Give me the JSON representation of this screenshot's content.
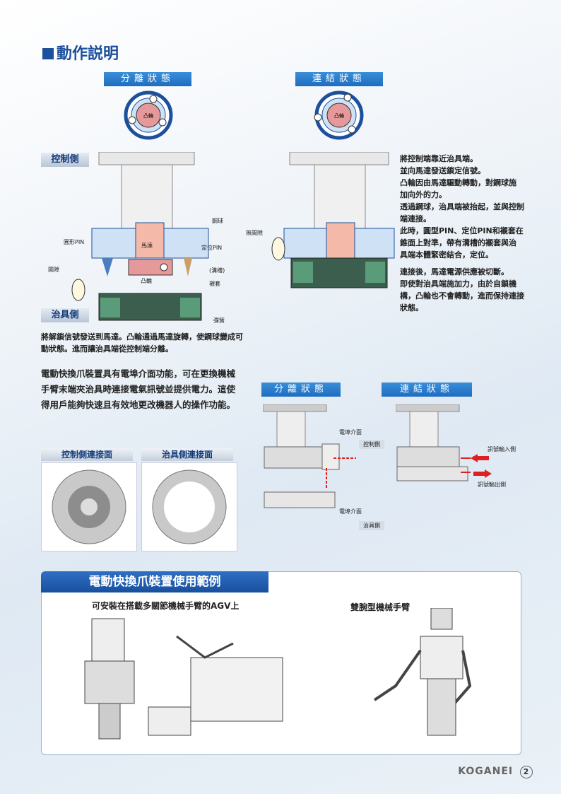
{
  "page_title": "動作説明",
  "states": {
    "separated": "分離狀態",
    "connected": "連結狀態"
  },
  "side_labels": {
    "control": "控制側",
    "tool": "治具側"
  },
  "diagram_labels": {
    "cam": "凸輪",
    "motor": "馬達",
    "steel_ball": "鋼球",
    "round_pin": "圓形PIN",
    "locate_pin": "定位PIN",
    "groove": "(溝槽)",
    "sleeve": "襯套",
    "gap": "間隙",
    "no_gap": "無間隙",
    "spring": "彈簧"
  },
  "connect_text": [
    "將控制端靠近治具端。",
    "並向馬達發送鎖定信號。",
    "凸輪因由馬達驅動轉動，對鋼球施",
    "加向外的力。",
    "透過鋼球，治具端被抬起，並與控制",
    "端連接。",
    "此時，圓型PIN、定位PIN和襯套在",
    "錐面上對準，帶有溝槽的襯套與治",
    "具端本體緊密結合，定位。"
  ],
  "connect_text2": [
    "連接後，馬達電源供應被切斷。",
    "即使對治具端施加力，由於自鎖機",
    "構，凸輪也不會轉動，進而保持連接",
    "狀態。"
  ],
  "release_text": [
    "將解鎖信號發送到馬達。凸輪通過馬達旋轉，使鋼球變成可",
    "動狀態。進而讓治具端從控制端分離。"
  ],
  "electric_text": [
    "電動快換爪裝置具有電埠介面功能，可在更換機械",
    "手臂末端夾治具時連接電氣訊號並提供電力。這使",
    "得用戶能夠快速且有效地更改機器人的操作功能。"
  ],
  "photo_captions": {
    "control_face": "控制側連接面",
    "tool_face": "治具側連接面"
  },
  "electric_labels": {
    "port_interface": "電埠介面",
    "control_side": "控制側",
    "tool_side": "治具側",
    "signal_in": "訊號輸入側",
    "signal_out": "訊號輸出側"
  },
  "usage": {
    "title": "電動快換爪裝置使用範例",
    "example1": "可安裝在搭載多關節機械手臂的AGV上",
    "example2": "雙腕型機械手臂"
  },
  "footer": {
    "brand": "KOGANEI",
    "page": "2"
  }
}
